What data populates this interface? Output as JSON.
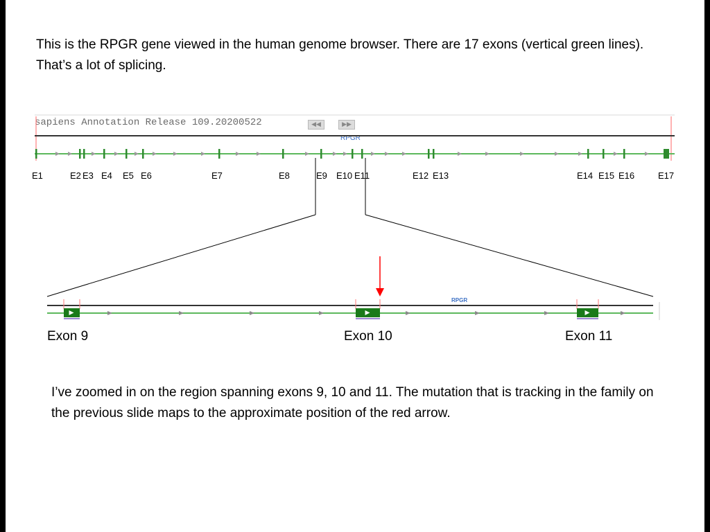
{
  "intro_text": "This is the RPGR gene viewed in the human genome browser.  There are 17 exons (vertical green lines).  That’s a lot of splicing.",
  "browser": {
    "track_title": "sapiens Annotation Release 109.20200522",
    "prev_button": "◀◀",
    "next_button": "▶▶",
    "gene_name": "RPGR"
  },
  "exon_labels": [
    "E1",
    "E2",
    "E3",
    "E4",
    "E5",
    "E6",
    "E7",
    "E8",
    "E9",
    "E10",
    "E11",
    "E12",
    "E13",
    "E14",
    "E15",
    "E16",
    "E17"
  ],
  "zoom": {
    "gene_name": "RPGR",
    "exon_labels": [
      "Exon 9",
      "Exon 10",
      "Exon 11"
    ]
  },
  "outro_text": "I’ve zoomed in on the region spanning exons 9, 10 and 11.  The mutation that is tracking in the family on the previous slide maps to the approximate position of the red arrow.",
  "colors": {
    "gene_line": "#5cb85c",
    "exon": "#2e8b2e",
    "exon_box": "#1a7a1a",
    "mutation_arrow": "#ff0000",
    "gene_label": "#3b6fc4"
  }
}
